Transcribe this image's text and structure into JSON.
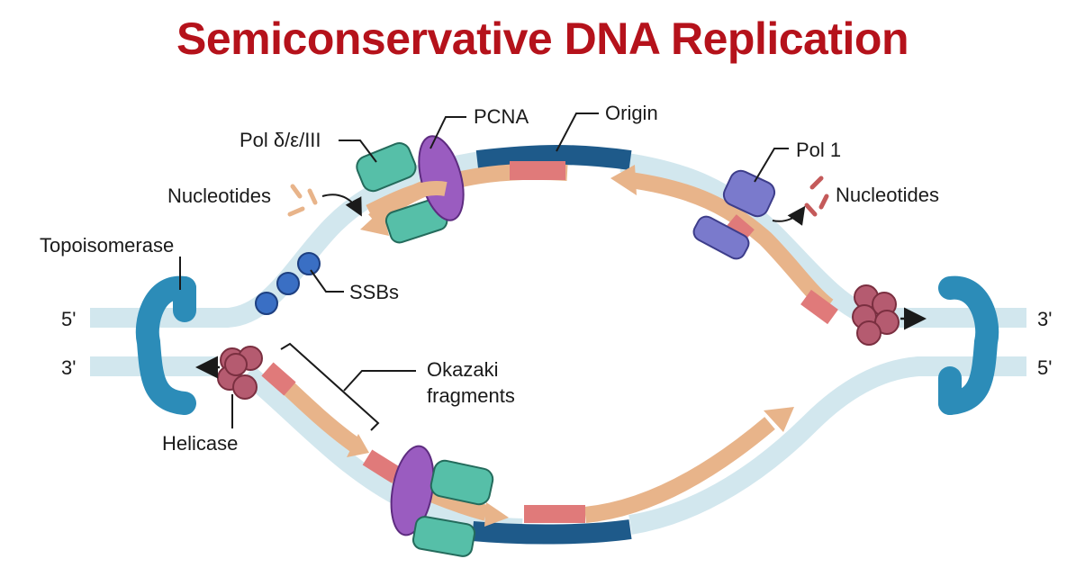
{
  "title": "Semiconservative DNA Replication",
  "labels": {
    "pcna": "PCNA",
    "origin": "Origin",
    "pol_delta": "Pol δ/ε/III",
    "pol1": "Pol 1",
    "nucleotides_left": "Nucleotides",
    "nucleotides_right": "Nucleotides",
    "topoisomerase": "Topoisomerase",
    "ssbs": "SSBs",
    "okazaki_line1": "Okazaki",
    "okazaki_line2": "fragments",
    "helicase": "Helicase",
    "left_top_end": "5'",
    "left_bottom_end": "3'",
    "right_top_end": "3'",
    "right_bottom_end": "5'"
  },
  "colors": {
    "title": "#b5121b",
    "parent_strand": "#d2e7ee",
    "origin_strand": "#1e5a8a",
    "new_strand": "#e8b48a",
    "primer": "#e07a7a",
    "topoisomerase": "#2c8cb8",
    "helicase": "#b55b70",
    "ssb": "#3a6fc4",
    "polymerase": "#56bfa8",
    "pcna": "#9a5cc0",
    "pol1": "#7a7acc"
  }
}
